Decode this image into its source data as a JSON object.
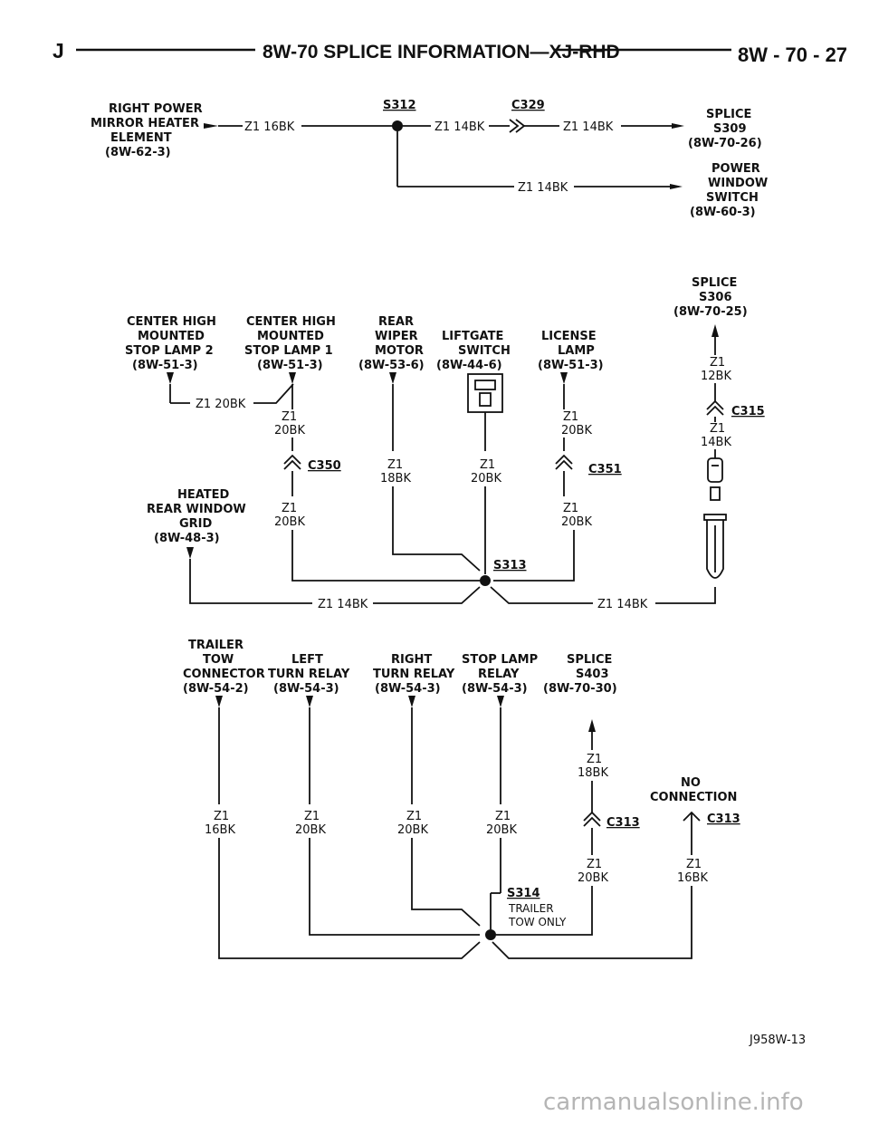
{
  "header": {
    "left": "J",
    "title": "8W-70 SPLICE INFORMATION—XJ-RHD",
    "right": "8W - 70 - 27"
  },
  "s312_group": {
    "splice": "S312",
    "connector": "C329",
    "source": [
      "RIGHT POWER",
      "MIRROR HEATER",
      "ELEMENT",
      "(8W-62-3)"
    ],
    "wire_in": "Z1 16BK",
    "wire_mid": "Z1 14BK",
    "wire_out": "Z1 14BK",
    "wire_branch": "Z1 14BK",
    "dest_splice": [
      "SPLICE",
      "S309",
      "(8W-70-26)"
    ],
    "dest_switch": [
      "POWER",
      "WINDOW",
      "SWITCH",
      "(8W-60-3)"
    ]
  },
  "s313_group": {
    "splice": "S313",
    "top_splice": [
      "SPLICE",
      "S306",
      "(8W-70-25)"
    ],
    "chmsl2": [
      "CENTER HIGH",
      "MOUNTED",
      "STOP LAMP 2",
      "(8W-51-3)"
    ],
    "chmsl1": [
      "CENTER HIGH",
      "MOUNTED",
      "STOP LAMP 1",
      "(8W-51-3)"
    ],
    "wiper": [
      "REAR",
      "WIPER",
      "MOTOR",
      "(8W-53-6)"
    ],
    "liftgate": [
      "LIFTGATE",
      "SWITCH",
      "(8W-44-6)"
    ],
    "license": [
      "LICENSE",
      "LAMP",
      "(8W-51-3)"
    ],
    "grid": [
      "HEATED",
      "REAR WINDOW",
      "GRID",
      "(8W-48-3)"
    ],
    "wire_chmsl2": "Z1 20BK",
    "z1": "Z1",
    "w20": "20BK",
    "w18": "18BK",
    "w12": "12BK",
    "w14": "14BK",
    "c350": "C350",
    "c351": "C351",
    "c315": "C315",
    "bottom_left": "Z1 14BK",
    "bottom_right": "Z1 14BK"
  },
  "s314_group": {
    "splice": "S314",
    "note": [
      "TRAILER",
      "TOW ONLY"
    ],
    "trailer": [
      "TRAILER",
      "TOW",
      "CONNECTOR",
      "(8W-54-2)"
    ],
    "left_relay": [
      "LEFT",
      "TURN RELAY",
      "(8W-54-3)"
    ],
    "right_relay": [
      "RIGHT",
      "TURN RELAY",
      "(8W-54-3)"
    ],
    "stop_relay": [
      "STOP LAMP",
      "RELAY",
      "(8W-54-3)"
    ],
    "splice_s403": [
      "SPLICE",
      "S403",
      "(8W-70-30)"
    ],
    "no_conn": [
      "NO",
      "CONNECTION"
    ],
    "z1": "Z1",
    "w16": "16BK",
    "w20": "20BK",
    "w18": "18BK",
    "c313": "C313"
  },
  "figure_id": "J958W-13",
  "watermark": "carmanualsonline.info"
}
